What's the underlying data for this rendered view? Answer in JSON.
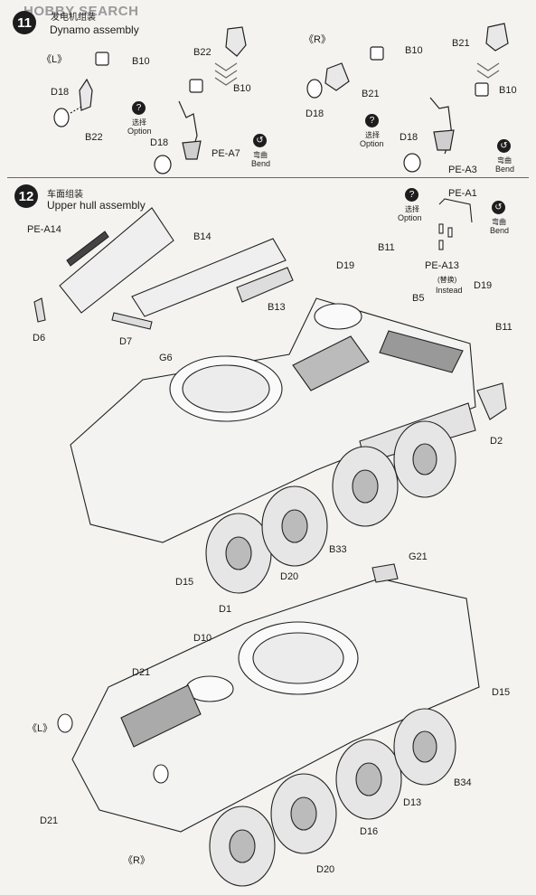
{
  "watermark": "HOBBY SEARCH",
  "step11": {
    "number": "11",
    "title_cn": "发电机组装",
    "title_en": "Dynamo assembly",
    "left_label": "《L》",
    "right_label": "《R》",
    "parts": {
      "b10_a": "B10",
      "b10_b": "B10",
      "b10_c": "B10",
      "b10_d": "B10",
      "b22_a": "B22",
      "b22_b": "B22",
      "b21_a": "B21",
      "b21_b": "B21",
      "d18_a": "D18",
      "d18_b": "D18",
      "d18_c": "D18",
      "d18_d": "D18",
      "pea7": "PE-A7",
      "pea3": "PE-A3"
    },
    "option_cn": "选择",
    "option_en": "Option",
    "bend_cn": "弯曲",
    "bend_en": "Bend"
  },
  "step12": {
    "number": "12",
    "title_cn": "车面组装",
    "title_en": "Upper hull assembly",
    "parts": {
      "pea14": "PE-A14",
      "b14": "B14",
      "d6": "D6",
      "d7": "D7",
      "b13": "B13",
      "g6": "G6",
      "d19_a": "D19",
      "b11_a": "B11",
      "b5": "B5",
      "b11_b": "B11",
      "d2": "D2",
      "pea1": "PE-A1",
      "pea13": "PE-A13",
      "d19_b": "D19",
      "b33": "B33",
      "d15_a": "D15",
      "d20_a": "D20",
      "d1": "D1",
      "g21": "G21",
      "d10": "D10",
      "d21_a": "D21",
      "d15_b": "D15",
      "b34": "B34",
      "d13": "D13",
      "d21_b": "D21",
      "d16": "D16",
      "d20_b": "D20"
    },
    "left_label": "《L》",
    "right_label": "《R》",
    "option_cn": "选择",
    "option_en": "Option",
    "bend_cn": "弯曲",
    "bend_en": "Bend",
    "instead_cn": "(替换)",
    "instead_en": "Instead"
  }
}
